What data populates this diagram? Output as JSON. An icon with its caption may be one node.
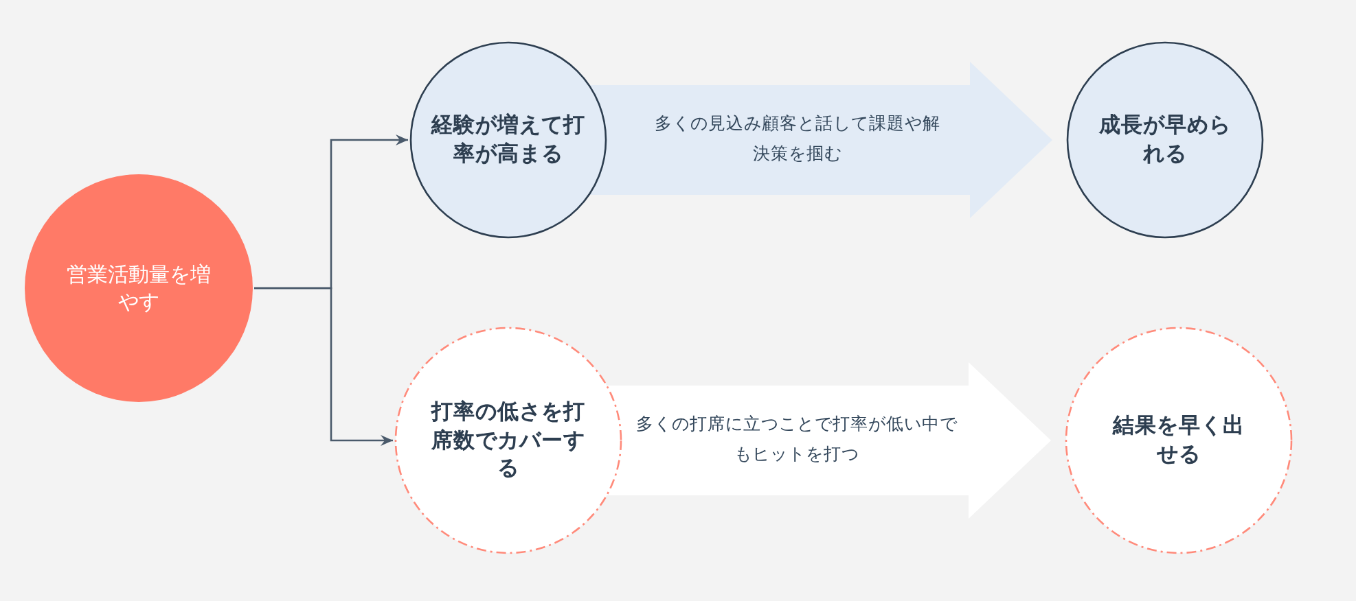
{
  "diagram": {
    "nodes": [
      {
        "text": [
          "営業活動量を増やす"
        ]
      },
      {
        "text": [
          "経験が増えて打率が高まる"
        ]
      },
      {
        "text": [
          "打率の低さを打席数でカバーする"
        ]
      },
      {
        "text": [
          "成長が早められる"
        ]
      },
      {
        "text": [
          "結果を早く出せる"
        ]
      }
    ],
    "edges": [
      {
        "from": 0,
        "to": 1,
        "arrow": "to"
      },
      {
        "from": 0,
        "to": 2,
        "arrow": "to"
      },
      {
        "from": 1,
        "to": 3,
        "arrow": "to",
        "label": "多くの見込み顧客と話して課題や解決策を掴む",
        "style": "thick",
        "color": "#e2ebf6"
      },
      {
        "from": 2,
        "to": 4,
        "arrow": "to",
        "label": "多くの打席に立つことで打率が低い中でもヒットを打つ",
        "style": "thick",
        "color": "#ffffff"
      }
    ]
  }
}
